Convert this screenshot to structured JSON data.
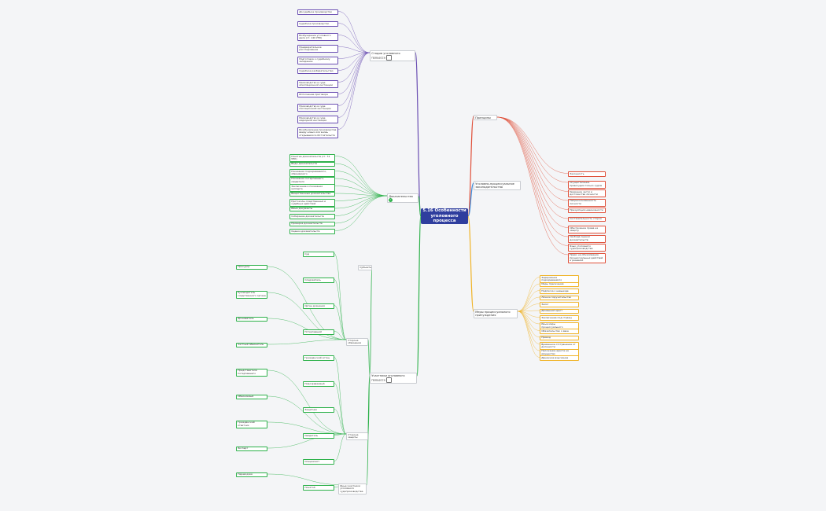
{
  "central": "5.16 Особенности уголовного процесса",
  "branches": {
    "stages": "Стадии уголовного процесса",
    "evidence": "Доказательства",
    "principles": "Принципы",
    "participants": "Участники уголовного процесса",
    "law": "Уголовно-процессуальное законодательство",
    "measures": "Меры процессуального принуждения",
    "subjects": "Субъекты",
    "prosecution": "Сторона обвинения",
    "defense": "Сторона защиты",
    "other": "Иные участники уголовного судопроизводства"
  },
  "stage_items": [
    "Досудебное производство",
    "Судебное производство",
    "Возбуждение уголовного дела (ст. 140 УПК)",
    "Предварительное расследование",
    "Подготовка к судебному заседанию",
    "Судебное разбирательство",
    "Производство в суде апелляционной инстанции",
    "Исполнение приговора",
    "Производство в суде кассационной инстанции",
    "Производство в суде надзорной инстанции",
    "Возобновление производства ввиду новых или вновь открывшихся обстоятельств"
  ],
  "evidence_items": [
    "Понятие доказательств (ст. 74 УПК)",
    "Виды доказательств",
    "Показания подозреваемого, обвиняемого",
    "Показания потерпевшего, свидетеля",
    "Заключение и показания эксперта",
    "Вещественные доказательства",
    "Протоколы следственных и судебных действий",
    "Иные документы",
    "Собирание доказательств",
    "Проверка доказательств",
    "Оценка доказательств"
  ],
  "principle_items": [
    "Законность",
    "Осуществление правосудия только судом",
    "Уважение чести и достоинства личности",
    "Неприкосновенность личности",
    "Презумпция невиновности",
    "Состязательность сторон",
    "Обеспечение права на защиту",
    "Свобода оценки доказательств",
    "Язык уголовного судопроизводства",
    "Право на обжалование процессуальных действий и решений"
  ],
  "measure_items": [
    "Задержание подозреваемого",
    "Меры пресечения",
    "Подписка о невыезде",
    "Личное поручительство",
    "Залог",
    "Домашний арест",
    "Заключение под стражу",
    "Иные меры процессуального принуждения",
    "Обязательство о явке",
    "Привод",
    "Временное отстранение от должности",
    "Наложение ареста на имущество",
    "Денежное взыскание"
  ],
  "participant_items": [
    "Суд",
    "Прокурор",
    "Следователь",
    "Руководитель следственного органа",
    "Орган дознания",
    "Дознаватель",
    "Потерпевший",
    "Частный обвинитель",
    "Гражданский истец",
    "Представители потерпевшего",
    "Подозреваемый",
    "Обвиняемый",
    "Защитник",
    "Гражданский ответчик",
    "Свидетель",
    "Эксперт",
    "Специалист",
    "Переводчик",
    "Понятой"
  ]
}
